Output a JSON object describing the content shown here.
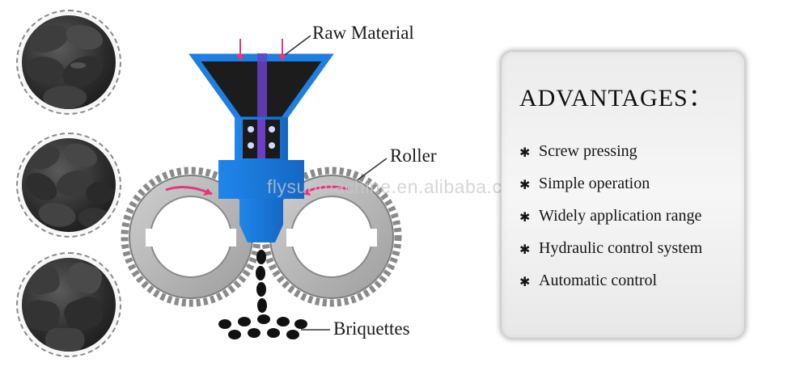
{
  "labels": {
    "raw_material": "Raw Material",
    "roller": "Roller",
    "briquettes": "Briquettes"
  },
  "watermark": "flysunmachine.en.alibaba.com",
  "advantages": {
    "title": "ADVANTAGES：",
    "bullet": "✱",
    "items": [
      "Screw pressing",
      "Simple operation",
      "Widely application range",
      "Hydraulic control system",
      "Automatic control"
    ]
  },
  "colors": {
    "hopper_blue": "#1e7fe0",
    "roller_gray": "#b8b8b8",
    "arrow_pink": "#e8357f",
    "briquette_black": "#111111"
  }
}
